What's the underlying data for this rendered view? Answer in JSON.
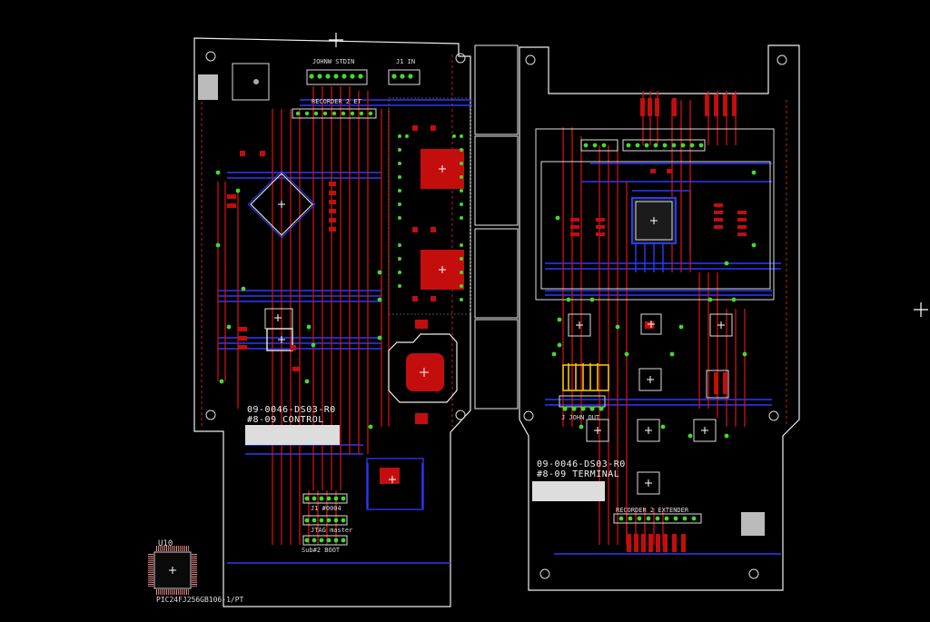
{
  "control_board": {
    "part_number": "09-0046-DS03-R0",
    "title": "#8-09 CONTROL",
    "header_labels": [
      "JOHNW STDIN",
      "J1 IN"
    ],
    "module_label": "RECORDER 2 ET",
    "connector_labels": [
      "J1 #0004",
      "JTAG master",
      "Sub#2 BOOT"
    ],
    "mcu_footprint": {
      "ref": "U10",
      "part": "PIC24FJ256GB106-1/PT"
    }
  },
  "terminal_board": {
    "part_number": "09-0046-DS03-R0",
    "title": "#8-09 TERMINAL",
    "connector_label": "J JOHN OUT",
    "bottom_connector_label": "RECORDER 2 EXTENDER"
  },
  "colors": {
    "background": "#000000",
    "top_copper": "#d21010",
    "bottom_copper": "#2a3bff",
    "pads": "#3fdc2f",
    "silkscreen": "#e8e8e8",
    "outline": "#f0f0f0"
  },
  "cursor_icon": "crosshair-icon"
}
